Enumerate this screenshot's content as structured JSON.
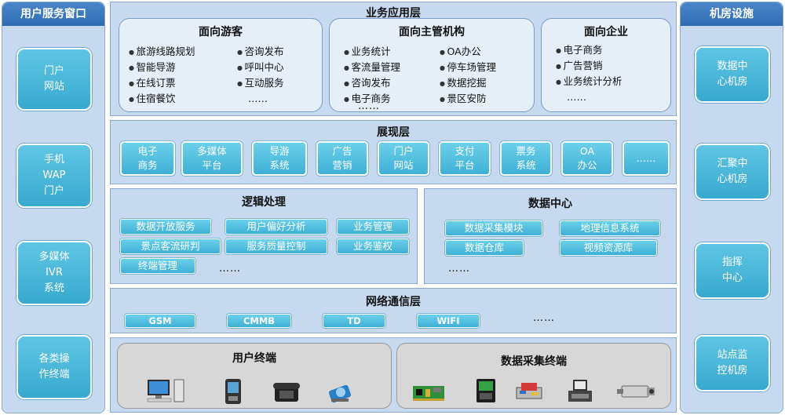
{
  "left_column": {
    "title": "用户服务窗口",
    "items": [
      "门户\n网站",
      "手机\nWAP\n门户",
      "多媒体\nIVR\n系统",
      "各类操\n作终端"
    ]
  },
  "right_column": {
    "title": "机房设施",
    "items": [
      "数据中\n心机房",
      "汇聚中\n心机房",
      "指挥\n中心",
      "站点监\n控机房"
    ]
  },
  "business_layer": {
    "title": "业务应用层",
    "tourist": {
      "title": "面向游客",
      "col1": [
        "旅游线路规划",
        "智能导游",
        "在线订票",
        "住宿餐饮"
      ],
      "col2": [
        "咨询发布",
        "呼叫中心",
        "互动服务"
      ],
      "more": "……"
    },
    "authority": {
      "title": "面向主管机构",
      "col1": [
        "业务统计",
        "客流量管理",
        "咨询发布",
        "电子商务"
      ],
      "col2": [
        "OA办公",
        "停车场管理",
        "数据挖掘",
        "景区安防"
      ],
      "more": "……"
    },
    "enterprise": {
      "title": "面向企业",
      "col1": [
        "电子商务",
        "广告营销",
        "业务统计分析"
      ],
      "more": "……"
    }
  },
  "presentation_layer": {
    "title": "展现层",
    "items": [
      "电子\n商务",
      "多媒体\n平台",
      "导游\n系统",
      "广告\n营销",
      "门户\n网站",
      "支付\n平台",
      "票务\n系统",
      "OA\n办公",
      "……"
    ]
  },
  "logic_layer": {
    "title": "逻辑处理",
    "items": [
      "数据开放服务",
      "用户偏好分析",
      "业务管理",
      "景点客流研判",
      "服务质量控制",
      "业务鉴权",
      "终端管理"
    ],
    "more": "……"
  },
  "data_center": {
    "title": "数据中心",
    "items": [
      "数据采集模块",
      "地理信息系统",
      "数据仓库",
      "视频资源库"
    ],
    "more": "……"
  },
  "network_layer": {
    "title": "网络通信层",
    "items": [
      "GSM",
      "CMMB",
      "TD",
      "WIFI"
    ],
    "more": "……"
  },
  "user_terminal": {
    "title": "用户终端",
    "icons": [
      "desktop-computer-icon",
      "pda-icon",
      "telephone-icon",
      "kiosk-icon"
    ]
  },
  "data_terminal": {
    "title": "数据采集终端",
    "icons": [
      "circuit-board-icon",
      "card-reader-icon",
      "ticket-printer-icon",
      "pos-terminal-icon",
      "cctv-camera-icon"
    ]
  }
}
